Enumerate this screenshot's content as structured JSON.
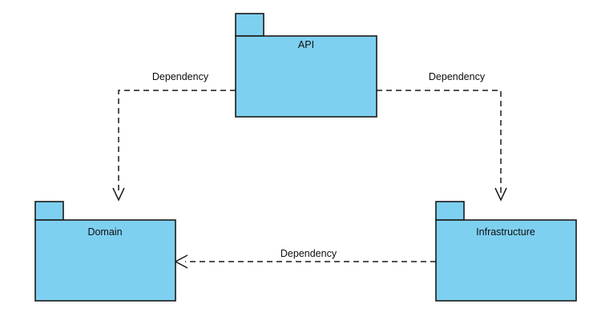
{
  "diagram": {
    "type": "uml-package-diagram",
    "background_color": "#ffffff",
    "package_fill_color": "#7ED0F0",
    "package_stroke_color": "#1a1a1a",
    "line_color": "#1a1a1a",
    "text_color": "#0d0d0d",
    "packages": [
      {
        "id": "api",
        "label": "API"
      },
      {
        "id": "domain",
        "label": "Domain"
      },
      {
        "id": "infrastructure",
        "label": "Infrastructure"
      }
    ],
    "dependencies": [
      {
        "id": "api-to-domain",
        "label": "Dependency",
        "from": "API",
        "to": "Domain"
      },
      {
        "id": "api-to-infrastructure",
        "label": "Dependency",
        "from": "API",
        "to": "Infrastructure"
      },
      {
        "id": "infrastructure-to-domain",
        "label": "Dependency",
        "from": "Infrastructure",
        "to": "Domain"
      }
    ]
  }
}
